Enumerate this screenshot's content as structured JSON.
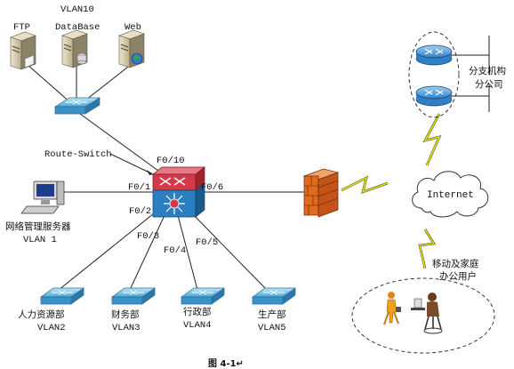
{
  "labels": {
    "vlan10": "VLAN10",
    "ftp": "FTP",
    "database": "DataBase",
    "web": "Web",
    "route_switch": "Route-Switch",
    "f0_10": "F0/10",
    "f0_1": "F0/1",
    "f0_6": "F0/6",
    "f0_2": "F0/2",
    "f0_3": "F0/3",
    "f0_4": "F0/4",
    "f0_5": "F0/5",
    "server_mgmt": "网络管理服务器",
    "vlan1": "VLAN 1",
    "hr": "人力资源部",
    "vlan2": "VLAN2",
    "finance": "财务部",
    "vlan3": "VLAN3",
    "admin": "行政部",
    "vlan4": "VLAN4",
    "production": "生产部",
    "vlan5": "VLAN5",
    "internet": "Internet",
    "branch_line1": "分支机构",
    "branch_line2": "分公司",
    "mobile_line1": "移动及家庭",
    "mobile_line2": "办公用户",
    "caption": "图 4-1↵"
  },
  "colors": {
    "switch_blue": "#4aa8d8",
    "router_blue": "#3d8fd1",
    "core_red": "#d23a4a",
    "core_blue": "#2b7fc0",
    "firewall": "#e06b1f",
    "lightning": "#e6e600"
  }
}
